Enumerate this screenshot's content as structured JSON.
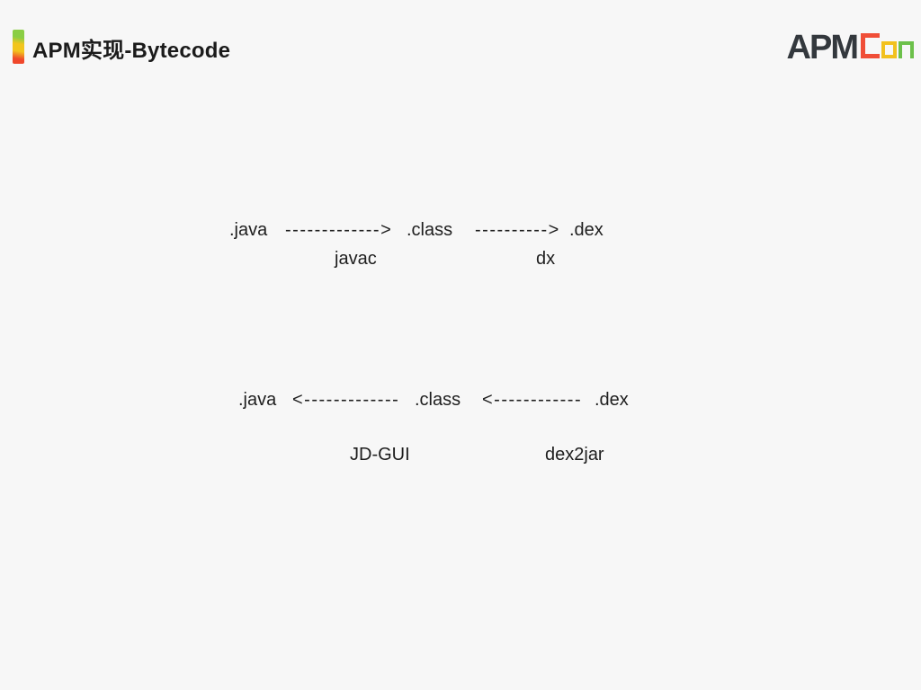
{
  "slide": {
    "title": "APM实现-Bytecode",
    "background_color": "#f7f7f7",
    "text_color": "#1e1e1e"
  },
  "header_accent_bar": {
    "color_top": "#8ace44",
    "color_middle": "#f2c51d",
    "color_bottom": "#f0482b"
  },
  "logo": {
    "full_text": "APMCon",
    "text_dark": "APM",
    "letter_c": "C",
    "letter_o": "o",
    "letter_n": "n",
    "color_dark": "#33383d",
    "color_c": "#f04e37",
    "color_o": "#f2c11e",
    "color_n": "#6cc04a"
  },
  "diagram": {
    "compile_flow": {
      "stage_java": ".java",
      "arrow_java_to_class": "------------->",
      "stage_class": ".class",
      "arrow_class_to_dex": "---------->",
      "stage_dex": ".dex",
      "tool_javac": "javac",
      "tool_dx": "dx"
    },
    "decompile_flow": {
      "stage_java": ".java",
      "arrow_class_to_java": "<-------------",
      "stage_class": ".class",
      "arrow_dex_to_class": "<------------",
      "stage_dex": ".dex",
      "tool_jdgui": "JD-GUI",
      "tool_dex2jar": "dex2jar"
    }
  }
}
